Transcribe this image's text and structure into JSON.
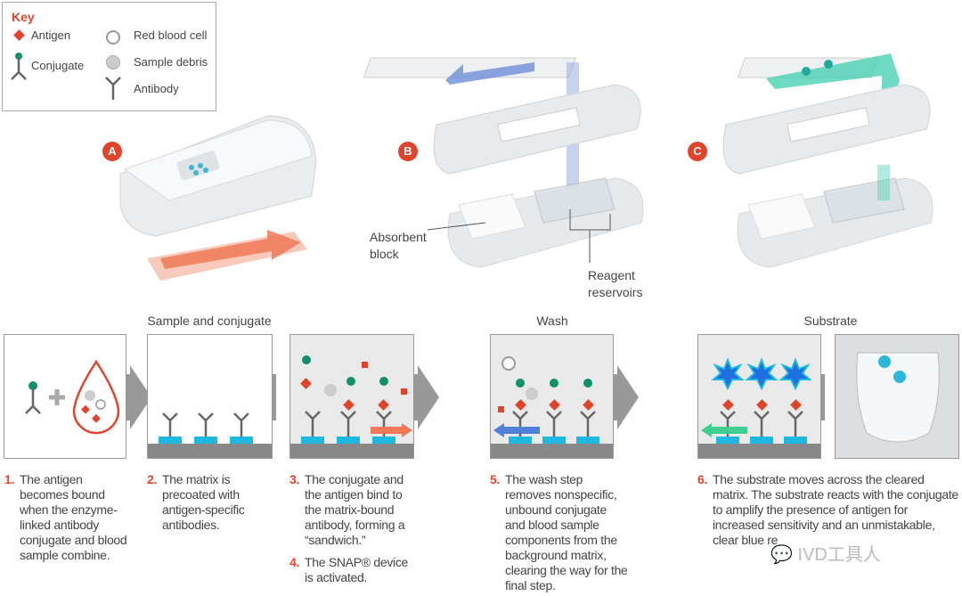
{
  "key": {
    "title": "Key",
    "items": [
      {
        "label": "Antigen",
        "icon": "antigen-diamond-icon"
      },
      {
        "label": "Conjugate",
        "icon": "conjugate-icon"
      },
      {
        "label": "Red blood cell",
        "icon": "red-blood-cell-icon"
      },
      {
        "label": "Sample debris",
        "icon": "sample-debris-icon"
      },
      {
        "label": "Antibody",
        "icon": "antibody-icon"
      }
    ]
  },
  "devices": {
    "a": "A",
    "b": "B",
    "c": "C",
    "absorbent_block": "Absorbent block",
    "reagent_reservoirs": "Reagent reservoirs"
  },
  "headers": {
    "sample": "Sample and conjugate",
    "wash": "Wash",
    "substrate": "Substrate"
  },
  "steps": [
    {
      "num": "1.",
      "text": "The antigen becomes bound when the enzyme-linked antibody conjugate and blood sample combine."
    },
    {
      "num": "2.",
      "text": "The matrix is precoated with antigen-specific antibodies."
    },
    {
      "num": "3.",
      "text": "The conjugate and the antigen bind to the matrix-bound antibody, forming a “sandwich.”"
    },
    {
      "num": "4.",
      "text": "The SNAP® device is activated."
    },
    {
      "num": "5.",
      "text": "The wash step removes nonspecific, unbound conjugate and blood sample components from the background matrix, clearing the way for the final step."
    },
    {
      "num": "6.",
      "text": "The substrate moves across the cleared matrix. The substrate reacts with the conjugate to amplify the presence of antigen for increased sensitivity and an unmistakable, clear blue re"
    }
  ],
  "watermark": "IVD工具人",
  "colors": {
    "accent": "#e0442a",
    "conjugate": "#0f8f6a",
    "matrix": "#1fb8e0",
    "arrow_a": "#f08a6a",
    "arrow_b": "#6f8fd8",
    "arrow_c": "#3fcfb0"
  }
}
